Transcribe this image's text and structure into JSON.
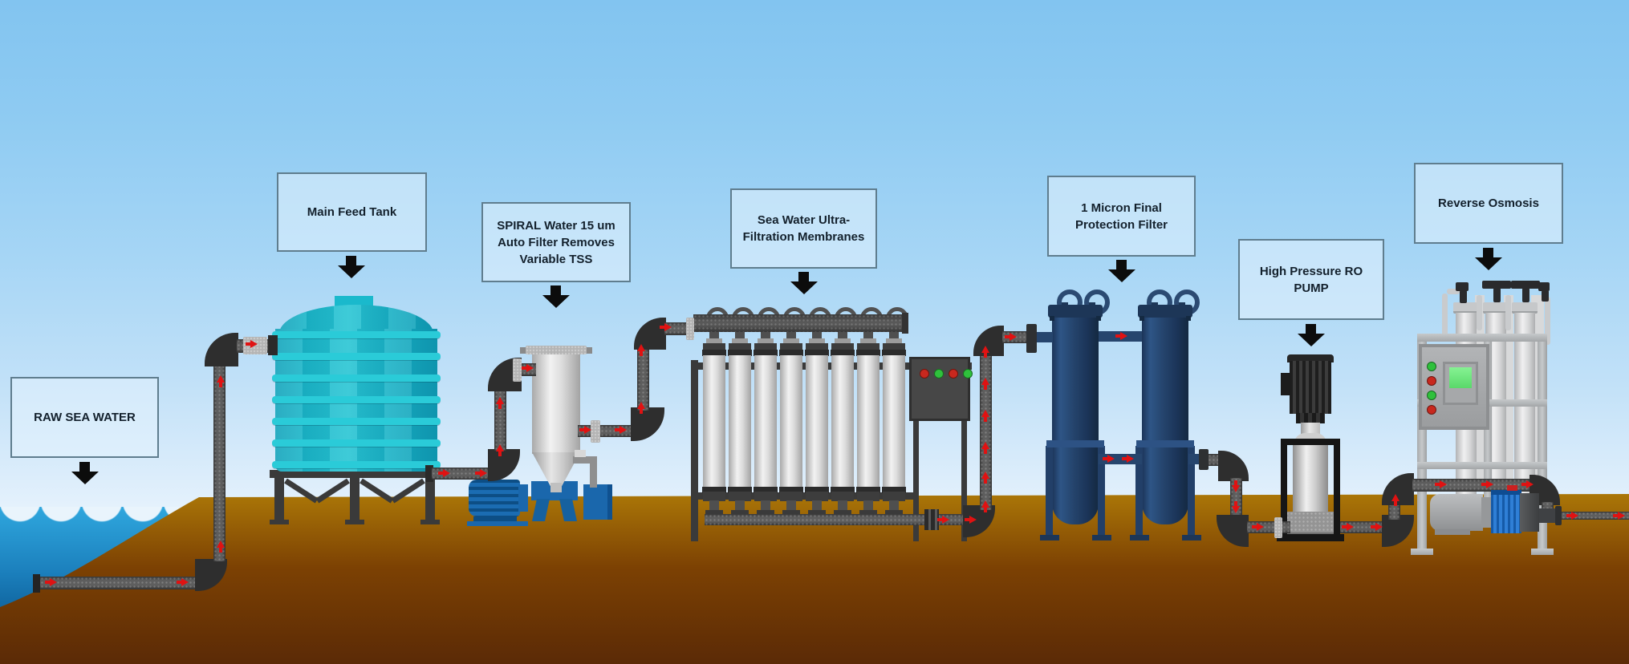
{
  "labels": {
    "raw_sea_water": "RAW SEA WATER",
    "main_feed_tank": "Main Feed Tank",
    "spiral_filter": "SPIRAL Water 15 um Auto Filter Removes Variable TSS",
    "uf_membranes": "Sea Water Ultra-Filtration Membranes",
    "final_filter": "1 Micron Final Protection Filter",
    "hp_pump": "High Pressure RO PUMP",
    "reverse_osmosis": "Reverse Osmosis"
  },
  "colors": {
    "sky_top": "#82c4f0",
    "sky_bottom": "#eef6fd",
    "sea_top": "#2fa7de",
    "sea_bottom": "#0b5a93",
    "ground_top": "#ae7a08",
    "ground_bottom": "#5b2a06",
    "pipe": "#4d4d4d",
    "flow_arrow": "#e01212",
    "tank_teal": "#1cb8ca",
    "vessel_navy": "#24436b",
    "pump_blue": "#1a67ac",
    "led_red": "#c8281e",
    "led_green": "#2fc13c"
  },
  "uf_unit": {
    "membrane_tube_count": 8,
    "panel_leds": [
      "red",
      "green",
      "red",
      "green"
    ]
  },
  "micron_filter": {
    "vessel_count": 2
  },
  "ro_unit": {
    "front_vessel_count": 3,
    "panel_leds": [
      "green",
      "red",
      "green",
      "red"
    ],
    "screen_color": "#7bef8e"
  }
}
